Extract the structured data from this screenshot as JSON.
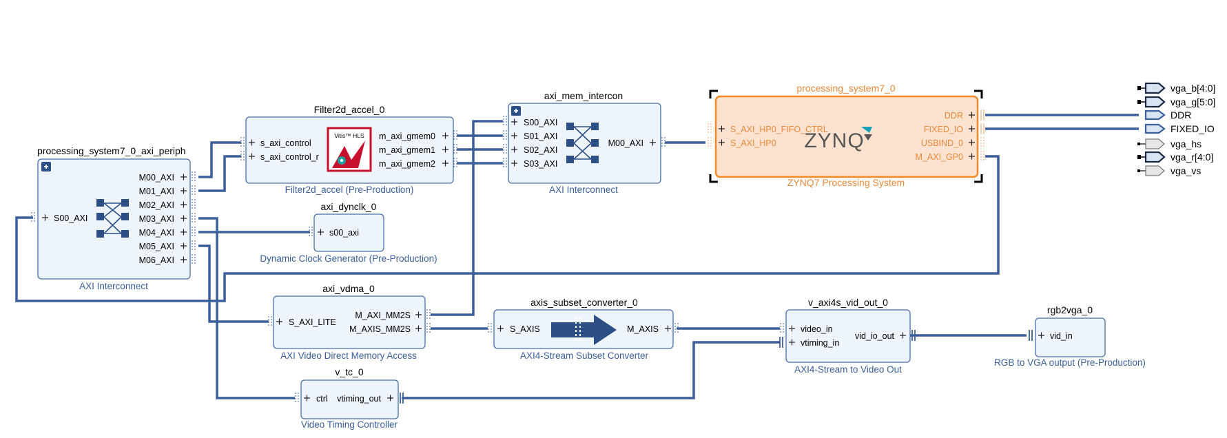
{
  "blocks": {
    "periph": {
      "instance": "processing_system7_0_axi_periph",
      "subtitle": "AXI Interconnect",
      "ports_left": [
        "S00_AXI"
      ],
      "ports_right": [
        "M00_AXI",
        "M01_AXI",
        "M02_AXI",
        "M03_AXI",
        "M04_AXI",
        "M05_AXI",
        "M06_AXI"
      ]
    },
    "filter": {
      "instance": "Filter2d_accel_0",
      "subtitle": "Filter2d_accel (Pre-Production)",
      "ports_left": [
        "s_axi_control",
        "s_axi_control_r"
      ],
      "ports_right": [
        "m_axi_gmem0",
        "m_axi_gmem1",
        "m_axi_gmem2"
      ],
      "logo_text": "Vitis™ HLS"
    },
    "dynclk": {
      "instance": "axi_dynclk_0",
      "subtitle": "Dynamic Clock Generator (Pre-Production)",
      "ports_left": [
        "s00_axi"
      ]
    },
    "memic": {
      "instance": "axi_mem_intercon",
      "subtitle": "AXI Interconnect",
      "ports_left": [
        "S00_AXI",
        "S01_AXI",
        "S02_AXI",
        "S03_AXI"
      ],
      "ports_right": [
        "M00_AXI"
      ]
    },
    "ps7": {
      "instance": "processing_system7_0",
      "subtitle": "ZYNQ7 Processing System",
      "ports_left": [
        "S_AXI_HP0_FIFO_CTRL",
        "S_AXI_HP0"
      ],
      "ports_right": [
        "DDR",
        "FIXED_IO",
        "USBIND_0",
        "M_AXI_GP0"
      ],
      "logo_text": "ZYNQ"
    },
    "vdma": {
      "instance": "axi_vdma_0",
      "subtitle": "AXI Video Direct Memory Access",
      "ports_left": [
        "S_AXI_LITE"
      ],
      "ports_right": [
        "M_AXI_MM2S",
        "M_AXIS_MM2S"
      ]
    },
    "subset": {
      "instance": "axis_subset_converter_0",
      "subtitle": "AXI4-Stream Subset Converter",
      "ports_left": [
        "S_AXIS"
      ],
      "ports_right": [
        "M_AXIS"
      ]
    },
    "vidout": {
      "instance": "v_axi4s_vid_out_0",
      "subtitle": "AXI4-Stream to Video Out",
      "ports_left": [
        "video_in",
        "vtiming_in"
      ],
      "ports_right": [
        "vid_io_out"
      ]
    },
    "rgb2vga": {
      "instance": "rgb2vga_0",
      "subtitle": "RGB to VGA output (Pre-Production)",
      "ports_left": [
        "vid_in"
      ]
    },
    "vtc": {
      "instance": "v_tc_0",
      "subtitle": "Video Timing Controller",
      "ports_left": [
        "ctrl"
      ],
      "ports_right": [
        "vtiming_out"
      ]
    }
  },
  "external_ports": [
    "vga_b[4:0]",
    "vga_g[5:0]",
    "DDR",
    "FIXED_IO",
    "vga_hs",
    "vga_r[4:0]",
    "vga_vs"
  ],
  "colors": {
    "wire": "#3a5f9a",
    "block_fill": "#eef4fc",
    "block_border": "#4a6ea8",
    "ps_fill": "#fde3cf",
    "ps_border": "#f08a28",
    "ps_text": "#e8883a",
    "hls_red": "#c8102e"
  }
}
